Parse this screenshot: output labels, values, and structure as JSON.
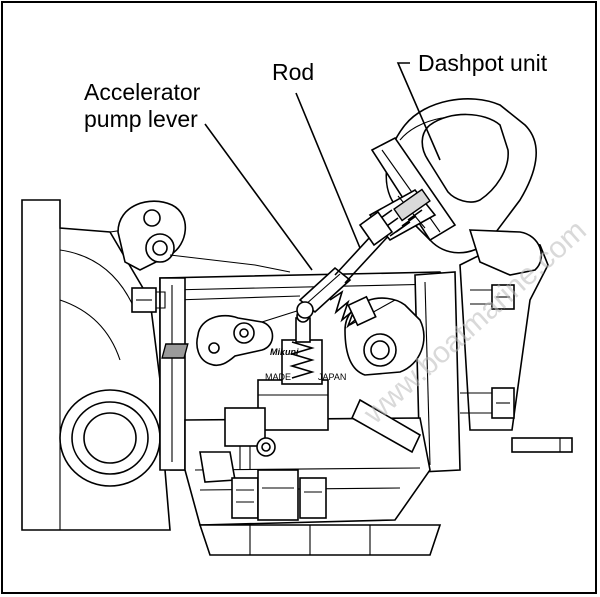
{
  "labels": {
    "dashpot": "Dashpot unit",
    "rod": "Rod",
    "accel_line1": "Accelerator",
    "accel_line2": "pump lever"
  },
  "markings": {
    "made": "MADE",
    "japan": "JAPAN",
    "logo": "Mikuni"
  },
  "watermark": "www.boatmarine.com",
  "colors": {
    "line": "#000000",
    "fill_light": "#d9d9d9",
    "fill_dark": "#9a9a9a",
    "watermark": "#bbbbbb"
  }
}
